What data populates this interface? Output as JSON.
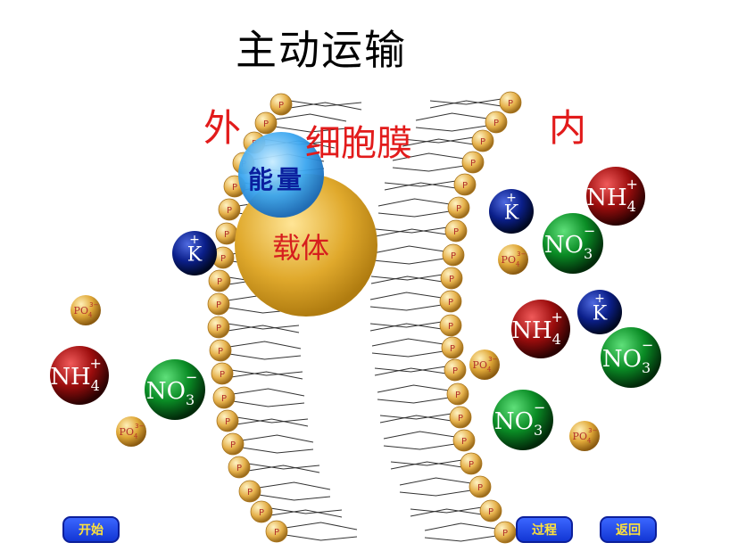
{
  "title": "主动运输",
  "labels": {
    "outside": "外",
    "inside": "内",
    "membrane": "细胞膜",
    "energy": "能量",
    "carrier": "载体",
    "phosphate_head": "P"
  },
  "ions": {
    "k": {
      "main": "K",
      "sup": "+"
    },
    "no3": {
      "main": "NO",
      "sub": "3",
      "sup": "−"
    },
    "nh4": {
      "main": "NH",
      "sub": "4",
      "sup": "+"
    },
    "po4": {
      "main": "PO",
      "sub": "4",
      "sup": "3−"
    }
  },
  "colors": {
    "k": "#0b1f8a",
    "no3": "#0a8c25",
    "nh4": "#9c0d0d",
    "po4": "#d9a23a",
    "energy": "#3aa6f0",
    "carrier": "#d9a52b"
  },
  "buttons": {
    "start": "开始",
    "process": "过程",
    "back": "返回"
  }
}
